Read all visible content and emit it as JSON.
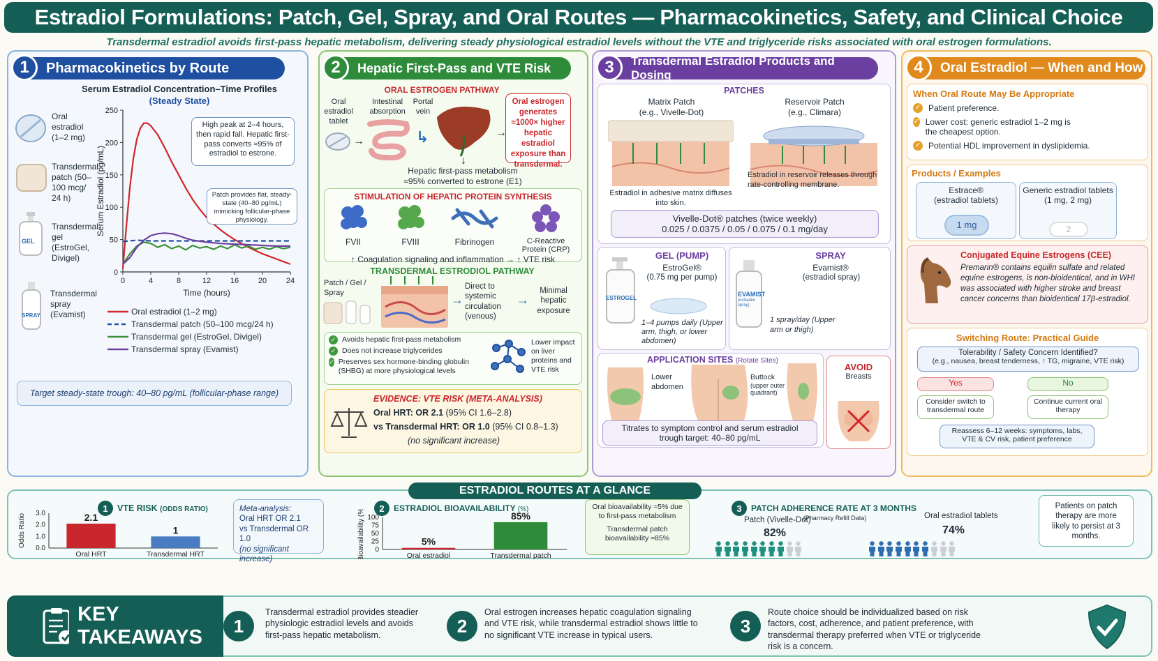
{
  "header": {
    "title": "Estradiol Formulations: Patch, Gel, Spray, and Oral Routes — Pharmacokinetics, Safety, and Clinical Choice",
    "subtitle": "Transdermal estradiol avoids first-pass hepatic metabolism, delivering steady physiological estradiol levels without the VTE and triglyceride risks associated with oral estrogen formulations."
  },
  "colors": {
    "teal": "#145e55",
    "blue": "#1f4fa0",
    "green": "#2e8b3a",
    "purple": "#6b3fa0",
    "orange": "#e08a1e",
    "red": "#d1262b"
  },
  "p1": {
    "num": "1",
    "title": "Pharmacokinetics by Route",
    "chart_title": "Serum Estradiol Concentration–Time Profiles",
    "chart_sub": "(Steady State)",
    "forms": [
      {
        "label": "Oral estradiol (1–2 mg)",
        "icon": "oral-tablet-icon"
      },
      {
        "label": "Transdermal patch (50–100 mcg/ 24 h)",
        "icon": "patch-icon"
      },
      {
        "label": "Transdermal gel (EstroGel, Divigel)",
        "icon": "gel-bottle-icon",
        "tag": "GEL"
      },
      {
        "label": "Transdermal spray (Evamist)",
        "icon": "spray-bottle-icon",
        "tag": "SPRAY"
      }
    ],
    "callout1": "High peak at 2–4 hours, then rapid fall. Hepatic first-pass converts ≈95% of estradiol to estrone.",
    "callout2": "Patch provides flat, steady-state (40–80 pg/mL) mimicking follicular-phase physiology.",
    "target": "Target steady-state trough: 40–80 pg/mL (follicular-phase range)"
  },
  "chart_data": [
    {
      "type": "line",
      "ylabel": "Serum Estradiol (pg/mL)",
      "xlabel": "Time (hours)",
      "xlim": [
        0,
        24
      ],
      "ylim": [
        0,
        250
      ],
      "xticks": [
        0,
        4,
        8,
        12,
        16,
        20,
        24
      ],
      "yticks": [
        0,
        50,
        100,
        150,
        200,
        250
      ],
      "series": [
        {
          "name": "Oral estradiol (1–2 mg)",
          "color": "#d1262b",
          "dash": false,
          "x": [
            0,
            0.5,
            1,
            1.5,
            2,
            2.5,
            3,
            3.5,
            4,
            5,
            6,
            7,
            8,
            9,
            10,
            11,
            12,
            13,
            14,
            15,
            16,
            17,
            18,
            19,
            20,
            21,
            22,
            23,
            24
          ],
          "y": [
            5,
            70,
            130,
            175,
            205,
            222,
            230,
            230,
            226,
            212,
            192,
            170,
            150,
            130,
            112,
            97,
            84,
            74,
            65,
            57,
            50,
            44,
            38,
            33,
            28,
            24,
            20,
            16,
            12
          ]
        },
        {
          "name": "Transdermal patch (50–100 mcg/24 h)",
          "color": "#1f4fa0",
          "dash": true,
          "x": [
            0,
            1,
            2,
            4,
            8,
            12,
            16,
            20,
            24
          ],
          "y": [
            47,
            48,
            49,
            48,
            48,
            48,
            48,
            48,
            48
          ]
        },
        {
          "name": "Transdermal gel (EstroGel, Divigel)",
          "color": "#3f8f3a",
          "dash": false,
          "x": [
            0,
            1,
            2,
            3,
            4,
            5,
            6,
            7,
            8,
            9,
            10,
            11,
            12,
            13,
            14,
            15,
            16,
            17,
            18,
            19,
            20,
            21,
            22,
            23,
            24
          ],
          "y": [
            12,
            28,
            40,
            46,
            44,
            38,
            42,
            36,
            40,
            34,
            41,
            37,
            39,
            35,
            40,
            36,
            42,
            37,
            40,
            35,
            38,
            35,
            39,
            36,
            38
          ]
        },
        {
          "name": "Transdermal spray (Evamist)",
          "color": "#6b3fa0",
          "dash": false,
          "x": [
            0,
            1,
            2,
            3,
            4,
            5,
            6,
            7,
            8,
            9,
            10,
            12,
            14,
            16,
            18,
            20,
            22,
            24
          ],
          "y": [
            12,
            22,
            38,
            49,
            56,
            59,
            60,
            59,
            56,
            52,
            49,
            46,
            44,
            43,
            42,
            41,
            40,
            40
          ]
        }
      ]
    },
    {
      "type": "bar",
      "title": "VTE RISK (ODDS RATIO)",
      "ylabel": "Odds Ratio",
      "categories": [
        "Oral HRT",
        "Transdermal HRT"
      ],
      "values": [
        2.1,
        1.0
      ],
      "ylim": [
        0,
        3.0
      ],
      "yticks": [
        0,
        1.0,
        2.0,
        3.0
      ],
      "colors": [
        "#c8282d",
        "#4a7cc4"
      ]
    },
    {
      "type": "bar",
      "title": "ESTRADIOL BIOAVAILABILITY (%)",
      "ylabel": "Bioavailability (%)",
      "categories": [
        "Oral estradiol",
        "Transdermal patch"
      ],
      "values": [
        5,
        85
      ],
      "ylim": [
        0,
        100
      ],
      "yticks": [
        0,
        25,
        50,
        75,
        100
      ],
      "colors": [
        "#c8282d",
        "#2e8b3a"
      ]
    }
  ],
  "p2": {
    "num": "2",
    "title": "Hepatic First-Pass and VTE Risk",
    "oral_path": "ORAL ESTROGEN PATHWAY",
    "tablet": "Oral estradiol tablet",
    "intestine": "Intestinal absorption",
    "portal": "Portal vein",
    "red_box": "Oral estrogen generates ≈1000× higher hepatic estradiol exposure than transdermal.",
    "hepatic_1": "Hepatic first-pass metabolism",
    "hepatic_2": "≈95% converted to estrone (E1)",
    "stim": "STIMULATION OF HEPATIC PROTEIN SYNTHESIS",
    "proteins": [
      "FVII",
      "FVIII",
      "Fibrinogen",
      "C-Reactive Protein (CRP)"
    ],
    "coag": "↑ Coagulation signaling and inflammation → ↑ VTE risk",
    "td_path": "TRANSDERMAL ESTRODIOL PATHWAY",
    "td_forms": "Patch / Gel / Spray",
    "direct": "Direct to systemic circulation (venous)",
    "minimal": "Minimal hepatic exposure",
    "benefits": [
      "Avoids hepatic first-pass metabolism",
      "Does not increase triglycerides",
      "Preserves sex hormone-binding globulin (SHBG) at more physiological levels"
    ],
    "lower": "Lower impact on liver proteins and VTE risk",
    "ev_title": "EVIDENCE: VTE RISK (META-ANALYSIS)",
    "ev_oral_a": "Oral HRT:  OR 2.1",
    "ev_oral_b": " (95% CI 1.6–2.8)",
    "ev_td_a": "vs Transdermal HRT:  OR 1.0",
    "ev_td_b": " (95% CI 0.8–1.3)",
    "ev_note": "(no significant increase)"
  },
  "p3": {
    "num": "3",
    "title": "Transdermal Estradiol Products and Dosing",
    "patches": "PATCHES",
    "matrix": "Matrix Patch",
    "matrix_eg": "(e.g., Vivelle-Dot)",
    "reservoir": "Reservoir Patch",
    "reservoir_eg": "(e.g., Climara)",
    "matrix_desc": "Estradiol in adhesive matrix diffuses into skin.",
    "reservoir_desc": "Estradiol in reservoir releases through rate-controlling membrane.",
    "vivelle": "Vivelle-Dot® patches (twice weekly)",
    "vivelle_doses": "0.025 / 0.0375 / 0.05 / 0.075 / 0.1 mg/day",
    "gel_t": "GEL (PUMP)",
    "gel_n": "EstroGel®",
    "gel_d": "(0.75 mg per pump)",
    "gel_tag": "ESTROGEL",
    "gel_use": "1–4 pumps daily (Upper arm, thigh, or lower abdomen)",
    "spray_t": "SPRAY",
    "spray_n": "Evamist®",
    "spray_d": "(estradiol spray)",
    "spray_tag": "EVAMIST",
    "spray_tag2": "(estradiol spray)",
    "spray_use": "1 spray/day (Upper arm or thigh)",
    "app": "APPLICATION SITES",
    "rotate": "(Rotate Sites)",
    "site1": "Lower abdomen",
    "site2": "Buttock",
    "site2b": "(upper outer quadrant)",
    "avoid": "AVOID",
    "breasts": "Breasts",
    "titrate": "Titrates to symptom control and serum estradiol trough target: 40–80 pg/mL"
  },
  "p4": {
    "num": "4",
    "title": "Oral Estradiol — When and How",
    "when": "When Oral Route May Be Appropriate",
    "reasons": [
      "Patient preference.",
      "Lower cost: generic estradiol 1–2 mg is the cheapest option.",
      "Potential HDL improvement in dyslipidemia."
    ],
    "products": "Products / Examples",
    "estrace": "Estrace®",
    "estrace_d": "(estradiol tablets)",
    "estrace_pill": "1 mg",
    "generic": "Generic estradiol tablets",
    "generic_d": "(1 mg, 2 mg)",
    "generic_pill": "2",
    "cee_t": "Conjugated Equine Estrogens (CEE)",
    "cee": "Premarin® contains equilin sulfate and related equine estrogens, is non-bioidentical, and in WHI was associated with higher stroke and breast cancer concerns than bioidentical 17β-estradiol.",
    "switch": "Switching Route: Practical Guide",
    "q1": "Tolerability / Safety Concern Identified?",
    "q2": "(e.g., nausea, breast tenderness, ↑ TG, migraine, VTE risk)",
    "yes": "Yes",
    "no": "No",
    "yes_a": "Consider switch to transdermal route",
    "no_a": "Continue current oral therapy",
    "reassess": "Reassess 6–12 weeks: symptoms, labs, VTE & CV risk, patient preference"
  },
  "glance": {
    "title": "ESTRADIOL ROUTES AT A GLANCE",
    "vte_num": "1",
    "vte_title": "VTE RISK",
    "vte_title_sm": "(ODDS RATIO)",
    "vte_note1": "Meta-analysis:",
    "vte_note2": "Oral HRT OR 2.1",
    "vte_note3": "vs Transdermal OR 1.0",
    "vte_note4": "(no significant increase)",
    "bio_num": "2",
    "bio_title": "ESTRADIOL BIOAVAILABILITY",
    "bio_title_sm": "(%)",
    "bio_note1": "Oral bioavailability ≈5% due to first-pass metabolism",
    "bio_note2": "Transdermal patch bioavailability ≈85%",
    "adh_num": "3",
    "adh_title": "PATCH ADHERENCE RATE AT 3 MONTHS",
    "adh_sub": "(Pharmacy Refill Data)",
    "adh_patch": "Patch (Vivelle-Dot)",
    "adh_patch_v": "82%",
    "adh_patch_frac": 0.82,
    "adh_oral": "Oral estradiol tablets",
    "adh_oral_v": "74%",
    "adh_oral_frac": 0.74,
    "adh_note": "Patients on patch therapy are more likely to persist at 3 months."
  },
  "takeaways": {
    "title": "KEY TAKEAWAYS",
    "items": [
      {
        "n": "1",
        "t": "Transdermal estradiol provides steadier physiologic estradiol levels and avoids first-pass hepatic metabolism."
      },
      {
        "n": "2",
        "t": "Oral estrogen increases hepatic coagulation signaling and VTE risk, while transdermal estradiol shows little to no significant VTE increase in typical users."
      },
      {
        "n": "3",
        "t": "Route choice should be individualized based on risk factors, cost, adherence, and patient preference, with transdermal therapy preferred when VTE or triglyceride risk is a concern."
      }
    ]
  }
}
